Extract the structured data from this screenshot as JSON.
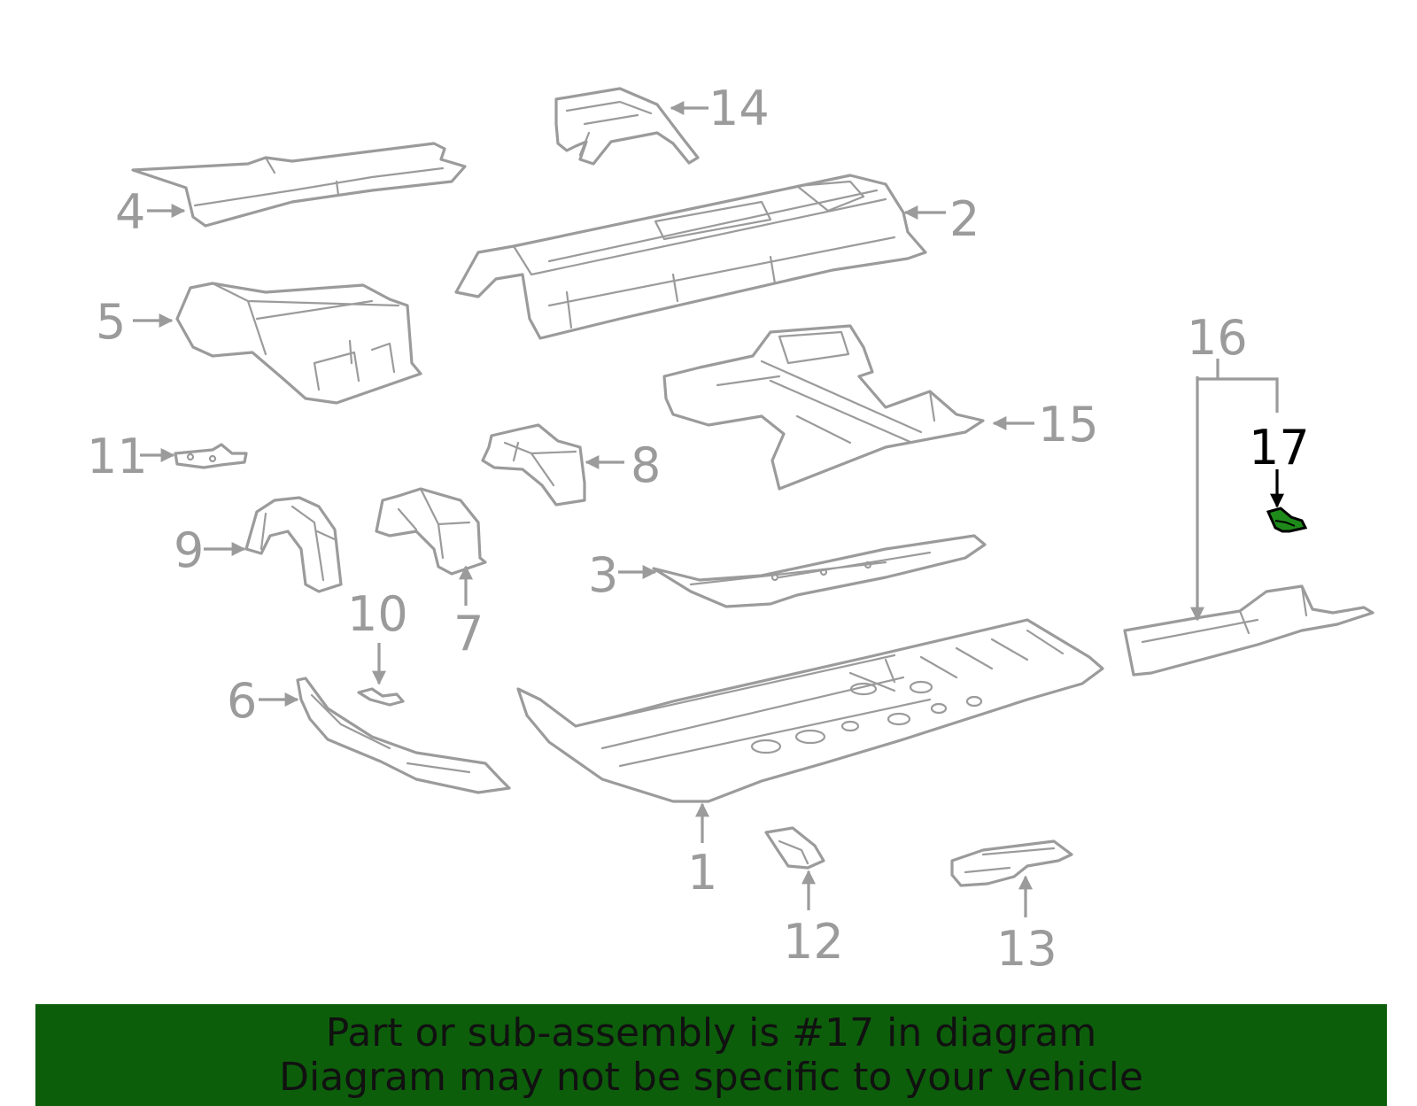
{
  "colors": {
    "part_stroke": "#9b9b9b",
    "highlight_fill": "#1e8a1a",
    "banner_bg": "#0d5e0b",
    "text_dark": "#111111"
  },
  "callouts": {
    "c1": "1",
    "c2": "2",
    "c3": "3",
    "c4": "4",
    "c5": "5",
    "c6": "6",
    "c7": "7",
    "c8": "8",
    "c9": "9",
    "c10": "10",
    "c11": "11",
    "c12": "12",
    "c13": "13",
    "c14": "14",
    "c15": "15",
    "c16": "16",
    "c17": "17"
  },
  "highlighted_part": "17",
  "banner": {
    "line1": "Part or sub-assembly is #17 in diagram",
    "line2": "Diagram may not be specific to your vehicle"
  }
}
